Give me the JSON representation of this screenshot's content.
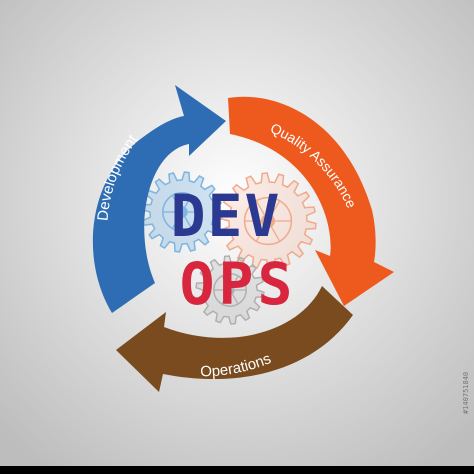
{
  "diagram": {
    "segments": [
      {
        "label": "Development",
        "color": "#2E6DB4"
      },
      {
        "label": "Quality Assurance",
        "color": "#EE5A1E"
      },
      {
        "label": "Operations",
        "color": "#7A4B1F"
      }
    ],
    "center_text": {
      "line1": "DEV",
      "line2": "OPS",
      "line1_color": "#2B3990",
      "line2_color": "#D7263D"
    },
    "gear_icons": [
      "gear-icon-blue",
      "gear-icon-orange",
      "gear-icon-gray"
    ],
    "background": {
      "center_color": "#FFFFFF",
      "edge_color": "#BDBDBD"
    }
  },
  "stock_footer": {
    "strip_color": "#000000",
    "stock_id": "#140751840"
  }
}
